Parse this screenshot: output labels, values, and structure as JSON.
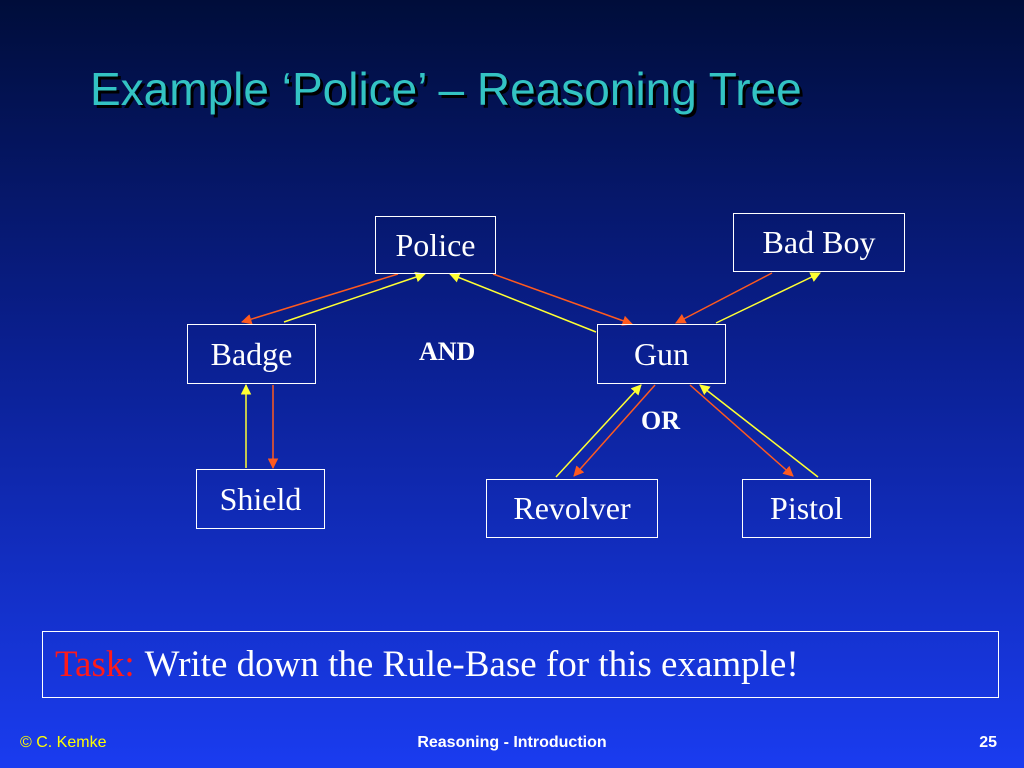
{
  "slide": {
    "title": "Example ‘Police’ – Reasoning Tree"
  },
  "nodes": {
    "police": "Police",
    "bad_boy": "Bad Boy",
    "badge": "Badge",
    "gun": "Gun",
    "shield": "Shield",
    "revolver": "Revolver",
    "pistol": "Pistol"
  },
  "operators": {
    "and": "AND",
    "or": "OR"
  },
  "task": {
    "label": "Task:",
    "text": "Write down the Rule-Base for this example!"
  },
  "footer": {
    "copyright": "© C. Kemke",
    "center": "Reasoning - Introduction",
    "page": "25"
  },
  "colors": {
    "forward_arrow": "#ffff33",
    "backward_arrow": "#ff5a1e",
    "title": "#33c3c3",
    "task_label": "#ff1a1a"
  }
}
